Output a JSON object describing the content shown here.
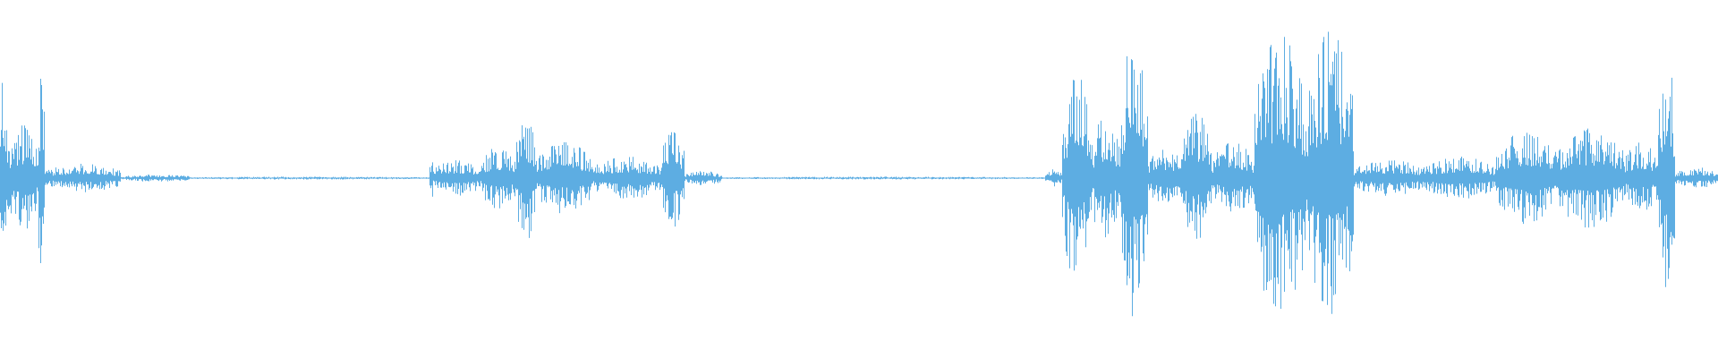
{
  "waveform": {
    "color": "#5dade2",
    "background": "#ffffff",
    "duration_fraction_segments": [
      {
        "start": 0.0,
        "end": 0.004,
        "peak": 0.62
      },
      {
        "start": 0.004,
        "end": 0.022,
        "peak": 0.3
      },
      {
        "start": 0.022,
        "end": 0.026,
        "peak": 0.58
      },
      {
        "start": 0.026,
        "end": 0.07,
        "peak": 0.08
      },
      {
        "start": 0.07,
        "end": 0.11,
        "peak": 0.02
      },
      {
        "start": 0.11,
        "end": 0.25,
        "peak": 0.008
      },
      {
        "start": 0.25,
        "end": 0.252,
        "peak": 0.15
      },
      {
        "start": 0.252,
        "end": 0.28,
        "peak": 0.1
      },
      {
        "start": 0.28,
        "end": 0.3,
        "peak": 0.18
      },
      {
        "start": 0.3,
        "end": 0.312,
        "peak": 0.36
      },
      {
        "start": 0.312,
        "end": 0.345,
        "peak": 0.2
      },
      {
        "start": 0.345,
        "end": 0.385,
        "peak": 0.12
      },
      {
        "start": 0.385,
        "end": 0.398,
        "peak": 0.28
      },
      {
        "start": 0.398,
        "end": 0.42,
        "peak": 0.04
      },
      {
        "start": 0.42,
        "end": 0.608,
        "peak": 0.008
      },
      {
        "start": 0.608,
        "end": 0.618,
        "peak": 0.05
      },
      {
        "start": 0.618,
        "end": 0.635,
        "peak": 0.58
      },
      {
        "start": 0.635,
        "end": 0.652,
        "peak": 0.35
      },
      {
        "start": 0.652,
        "end": 0.668,
        "peak": 0.8
      },
      {
        "start": 0.668,
        "end": 0.688,
        "peak": 0.18
      },
      {
        "start": 0.688,
        "end": 0.705,
        "peak": 0.36
      },
      {
        "start": 0.705,
        "end": 0.73,
        "peak": 0.2
      },
      {
        "start": 0.73,
        "end": 0.76,
        "peak": 0.8
      },
      {
        "start": 0.76,
        "end": 0.788,
        "peak": 0.82
      },
      {
        "start": 0.788,
        "end": 0.83,
        "peak": 0.1
      },
      {
        "start": 0.83,
        "end": 0.87,
        "peak": 0.12
      },
      {
        "start": 0.87,
        "end": 0.905,
        "peak": 0.26
      },
      {
        "start": 0.905,
        "end": 0.945,
        "peak": 0.28
      },
      {
        "start": 0.945,
        "end": 0.965,
        "peak": 0.2
      },
      {
        "start": 0.965,
        "end": 0.975,
        "peak": 0.68
      },
      {
        "start": 0.975,
        "end": 1.0,
        "peak": 0.06
      }
    ]
  }
}
